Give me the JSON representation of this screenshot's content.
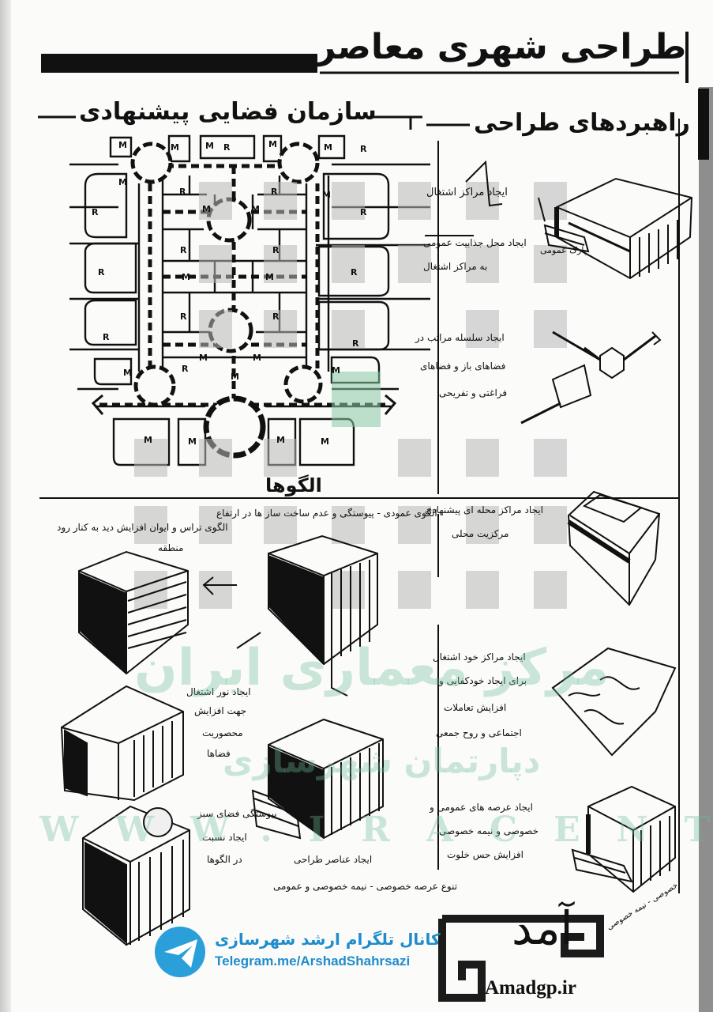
{
  "header": {
    "title": "طراحی شهری معاصر",
    "left_subtitle": "سازمان فضایی پیشنهادی",
    "right_subtitle": "راهبردهای طراحی"
  },
  "plan": {
    "caption": "الگوها",
    "labels": [
      "R",
      "R",
      "R",
      "R",
      "R",
      "R",
      "R",
      "R",
      "R",
      "R",
      "R",
      "R",
      "R",
      "R",
      "R",
      "M",
      "M",
      "M",
      "M",
      "M",
      "M",
      "M",
      "M",
      "M",
      "M",
      "M",
      "M",
      "M",
      "M",
      "M",
      "M",
      "M",
      "M",
      "M",
      "M"
    ]
  },
  "strategies": [
    {
      "lines": [
        "ایجاد مراکز اشتغال"
      ],
      "sub": [
        "ایجاد محل جذابیت عمومی",
        "به مراکز اشتغال"
      ]
    },
    {
      "lines": [
        "ایجاد سلسله مراتب در",
        "فضاهای باز و فضاهای",
        "فراغتی و تفریحی"
      ]
    },
    {
      "lines": [
        "ایجاد مراکز محله ای پیشنهادی",
        "مرکزیت محلی"
      ]
    },
    {
      "lines": [
        "ایجاد مراکز خود اشتغال",
        "برای ایجاد خودکفایی و",
        "افزایش تعاملات",
        "اجتماعی و روح جمعی"
      ]
    },
    {
      "lines": [
        "ایجاد عرصه های عمومی و",
        "خصوصی و نیمه خصوصی",
        "افزایش حس خلوت"
      ],
      "tag": "خصوصی - نیمه خصوصی"
    }
  ],
  "patterns": {
    "p1": [
      "الگوی تراس و ایوان افزایش دید به کنار رود",
      "منطقه"
    ],
    "p2": "الگوی عمودی - پیوستگی و عدم ساخت ساز ها در ارتفاع",
    "p3": [
      "ایجاد نور اشتغال",
      "جهت افزایش",
      "محصوریت",
      "فضاها"
    ],
    "p4": [
      "پیوستگی فضای سبز",
      "ایجاد نسبت",
      "در الگوها"
    ],
    "p5": [
      "ایجاد عناصر طراحی",
      "تنوع عرصه خصوصی - نیمه خصوصی و عمومی"
    ]
  },
  "sketch_labels": {
    "parking": "پارک عمومی"
  },
  "watermark": {
    "line1": "مرکز معماری ایران",
    "line2": "دپارتمان شهرسازی",
    "url": "WWW.IRACENTER.IR"
  },
  "telegram": {
    "title": "کانال تلگرام ارشد شهرسازی",
    "url": "Telegram.me/ArshadShahrsazi"
  },
  "brand": {
    "word": "آمد",
    "url": "Amadgp.ir"
  },
  "colors": {
    "ink": "#111111",
    "watermark_green": "#6ebe96",
    "grid_gray": "#b8b8b8",
    "telegram_blue": "#2a9fd9"
  }
}
